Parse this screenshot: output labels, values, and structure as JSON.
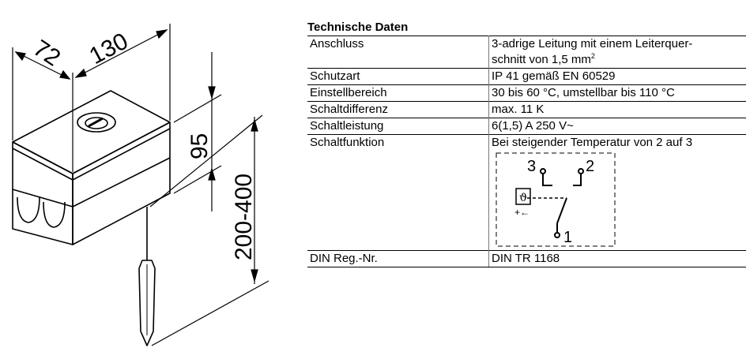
{
  "drawing": {
    "dim_width": "72",
    "dim_length": "130",
    "dim_height": "95",
    "dim_capillary": "200-400"
  },
  "spec": {
    "title": "Technische Daten",
    "rows": [
      {
        "key": "Anschluss",
        "value_line1": "3-adrige Leitung mit einem Leiterquer-",
        "value_line2": "schnitt von 1,5 mm",
        "value_sup": "2"
      },
      {
        "key": "Schutzart",
        "value": "IP 41 gemäß EN 60529"
      },
      {
        "key": "Einstellbereich",
        "value": "30 bis 60 °C, umstellbar bis 110 °C"
      },
      {
        "key": "Schaltdifferenz",
        "value": "max. 11 K"
      },
      {
        "key": "Schaltleistung",
        "value": "6(1,5) A 250 V~"
      },
      {
        "key": "Schaltfunktion",
        "value": "Bei steigender Temperatur von 2 auf 3"
      },
      {
        "key": "DIN Reg.-Nr.",
        "value": "DIN TR 1168"
      }
    ]
  },
  "schema": {
    "terminal_3": "3",
    "terminal_2": "2",
    "terminal_1": "1",
    "sensor_symbol": "ϑ",
    "adjust_symbol": "+←"
  }
}
